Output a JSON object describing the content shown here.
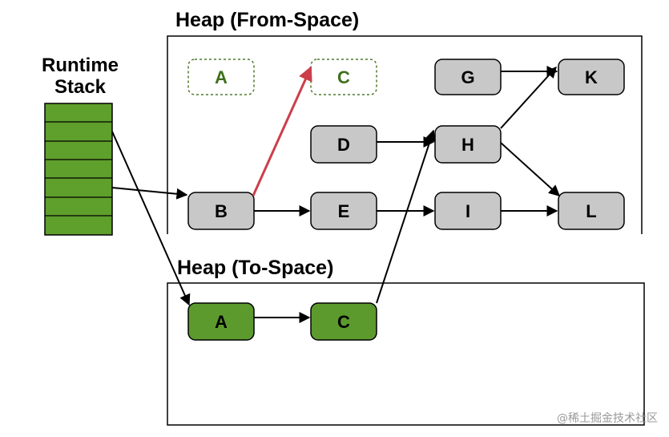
{
  "regions": {
    "from_space": {
      "title": "Heap (From-Space)"
    },
    "to_space": {
      "title": "Heap (To-Space)"
    },
    "stack": {
      "title_line1": "Runtime",
      "title_line2": "Stack"
    }
  },
  "nodes": {
    "from_A": "A",
    "from_C": "C",
    "G": "G",
    "K": "K",
    "D": "D",
    "H": "H",
    "B": "B",
    "E": "E",
    "I": "I",
    "L": "L",
    "to_A": "A",
    "to_C": "C"
  },
  "colors": {
    "node_gray": "#c8c8c8",
    "node_green": "#5c9a2e",
    "stack_green": "#5f9f2c",
    "ghost_border": "#4d7a2a",
    "highlight_arrow": "#cc3e4b",
    "arrow": "#000000"
  },
  "watermark": "@稀土掘金技术社区"
}
